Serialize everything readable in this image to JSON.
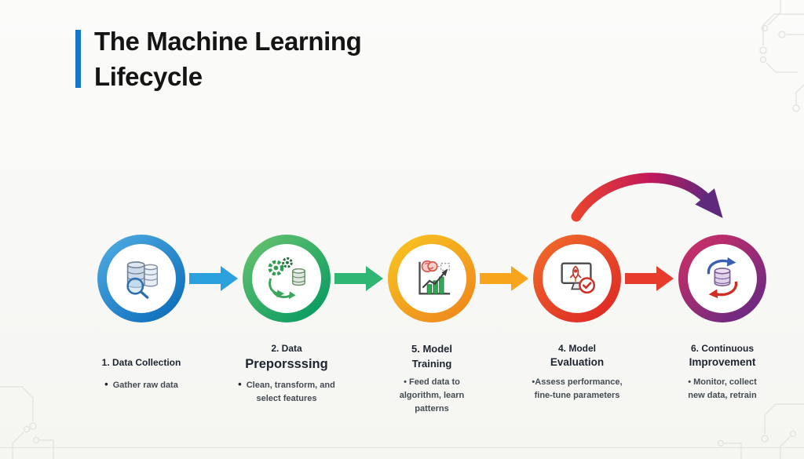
{
  "title": {
    "line1": "The Machine Learning",
    "line2": "Lifecycle"
  },
  "steps": [
    {
      "title1": "1. Data Collection",
      "title2": "",
      "bullet": "•",
      "desc1": "Gather raw data",
      "desc2": "",
      "desc3": "",
      "ring_color": "#1272bd",
      "icon": "data-collection-icon"
    },
    {
      "title1": "2. Data",
      "title2": "Preporsssing",
      "bullet": "•",
      "desc1": "Clean, transform, and",
      "desc2": "select features",
      "desc3": "",
      "ring_color": "#0f9e62",
      "icon": "data-preprocessing-icon"
    },
    {
      "title1": "5. Model",
      "title2": "Training",
      "bullet": "",
      "desc1": "• Feed data to",
      "desc2": "algorithm, learn",
      "desc3": "patterns",
      "ring_color": "#ef8c1d",
      "icon": "model-training-icon"
    },
    {
      "title1": "4. Model",
      "title2": "Evaluation",
      "bullet": "",
      "desc1": "•Assess performance,",
      "desc2": "fine-tune parameters",
      "desc3": "",
      "ring_color": "#df2d26",
      "icon": "model-evaluation-icon"
    },
    {
      "title1": "6. Continuous",
      "title2": "Improvement",
      "bullet": "",
      "desc1": "• Monitor, collect",
      "desc2": "new data, retrain",
      "desc3": "",
      "ring_color": "#6e2a81",
      "icon": "continuous-improvement-icon"
    }
  ],
  "colors": {
    "accent_bar": "#1677c8",
    "arrow1": "#2aa0dc",
    "arrow2": "#2fb673",
    "arrow3": "#f8a51e",
    "arrow4": "#e73b2c",
    "curve_start": "#e8432e",
    "curve_mid": "#c2185b",
    "curve_end": "#5f2a7e",
    "background": "#f7f7f4"
  }
}
